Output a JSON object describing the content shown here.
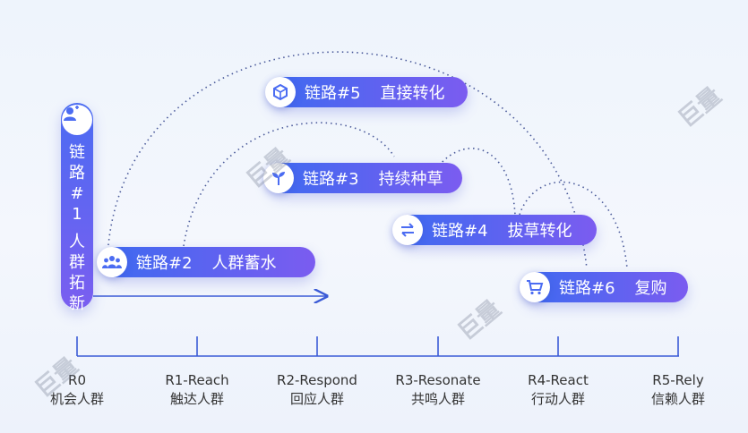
{
  "chain1": {
    "label_chars": [
      "链",
      "路",
      "#",
      "1",
      "",
      "人",
      "群",
      "拓",
      "新"
    ]
  },
  "chains": [
    {
      "id": "chain2",
      "label": "链路#2",
      "desc": "人群蓄水",
      "icon": "people-group-icon"
    },
    {
      "id": "chain3",
      "label": "链路#3",
      "desc": "持续种草",
      "icon": "sprout-icon"
    },
    {
      "id": "chain4",
      "label": "链路#4",
      "desc": "拔草转化",
      "icon": "exchange-arrows-icon"
    },
    {
      "id": "chain5",
      "label": "链路#5",
      "desc": "直接转化",
      "icon": "cube-icon"
    },
    {
      "id": "chain6",
      "label": "链路#6",
      "desc": "复购",
      "icon": "shopping-cart-icon"
    }
  ],
  "stages": [
    {
      "code": "R0",
      "name": "机会人群"
    },
    {
      "code": "R1-Reach",
      "name": "触达人群"
    },
    {
      "code": "R2-Respond",
      "name": "回应人群"
    },
    {
      "code": "R3-Resonate",
      "name": "共鸣人群"
    },
    {
      "code": "R4-React",
      "name": "行动人群"
    },
    {
      "code": "R5-Rely",
      "name": "信赖人群"
    }
  ],
  "watermark": "巨量",
  "colors": {
    "pill_start": "#3d6af0",
    "pill_end": "#7b5cf0",
    "arc": "#4a5a9a",
    "axis": "#3b5bd6"
  }
}
